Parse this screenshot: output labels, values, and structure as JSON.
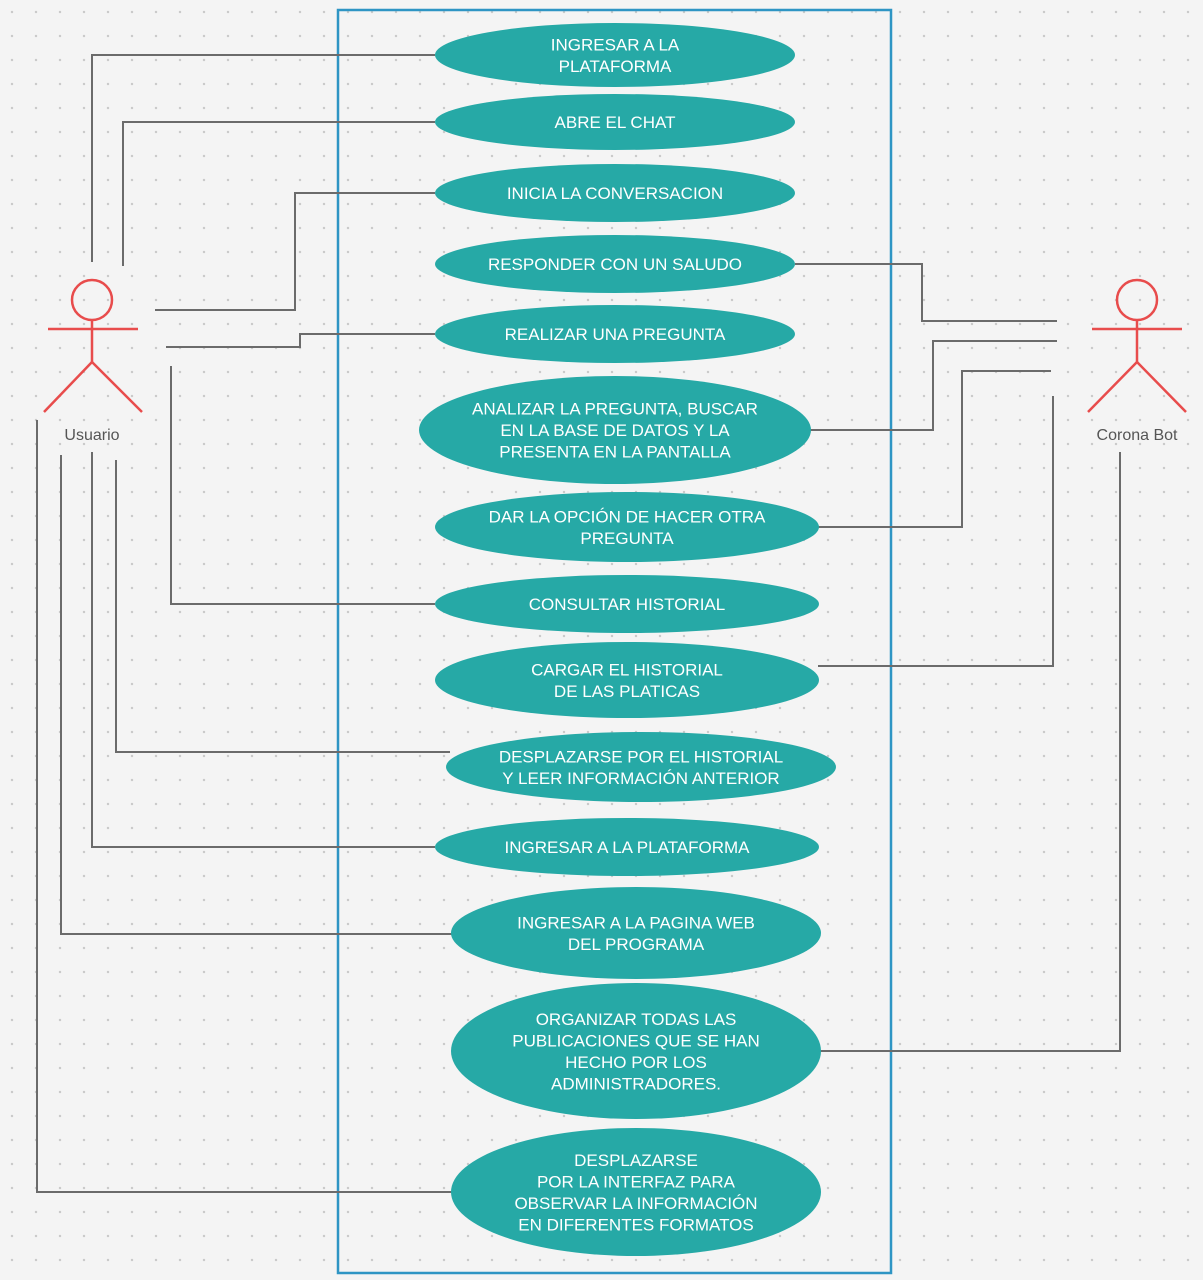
{
  "diagram": {
    "accent_color": "#26a9a6",
    "system_boundary_color": "#2e95c4",
    "connector_color": "#6b6b6b",
    "actor_color": "#e84c4c",
    "actors": {
      "user": {
        "label": "Usuario",
        "icon": "stick-figure-icon"
      },
      "bot": {
        "label": "Corona Bot",
        "icon": "stick-figure-icon"
      }
    },
    "use_cases": [
      {
        "id": "uc1",
        "lines": [
          "INGRESAR A LA",
          "PLATAFORMA"
        ]
      },
      {
        "id": "uc2",
        "lines": [
          "ABRE EL CHAT"
        ]
      },
      {
        "id": "uc3",
        "lines": [
          "INICIA LA CONVERSACION"
        ]
      },
      {
        "id": "uc4",
        "lines": [
          "RESPONDER CON UN SALUDO"
        ]
      },
      {
        "id": "uc5",
        "lines": [
          "REALIZAR UNA PREGUNTA"
        ]
      },
      {
        "id": "uc6",
        "lines": [
          "ANALIZAR LA PREGUNTA,  BUSCAR",
          "EN LA BASE DE DATOS  Y LA",
          "PRESENTA EN LA PANTALLA"
        ]
      },
      {
        "id": "uc7",
        "lines": [
          "DAR LA OPCIÓN DE HACER OTRA",
          "PREGUNTA"
        ]
      },
      {
        "id": "uc8",
        "lines": [
          "CONSULTAR  HISTORIAL"
        ]
      },
      {
        "id": "uc9",
        "lines": [
          "CARGAR EL HISTORIAL",
          "DE LAS PLATICAS"
        ]
      },
      {
        "id": "uc10",
        "lines": [
          "DESPLAZARSE POR EL HISTORIAL",
          "Y LEER INFORMACIÓN ANTERIOR"
        ]
      },
      {
        "id": "uc11",
        "lines": [
          "INGRESAR A LA PLATAFORMA"
        ]
      },
      {
        "id": "uc12",
        "lines": [
          "INGRESAR A LA  PAGINA WEB",
          "DEL PROGRAMA"
        ]
      },
      {
        "id": "uc13",
        "lines": [
          "ORGANIZAR TODAS  LAS",
          "PUBLICACIONES QUE SE HAN",
          "HECHO POR LOS",
          "ADMINISTRADORES."
        ]
      },
      {
        "id": "uc14",
        "lines": [
          "DESPLAZARSE",
          "POR LA INTERFAZ PARA",
          "OBSERVAR LA INFORMACIÓN",
          "EN DIFERENTES FORMATOS"
        ]
      }
    ]
  }
}
